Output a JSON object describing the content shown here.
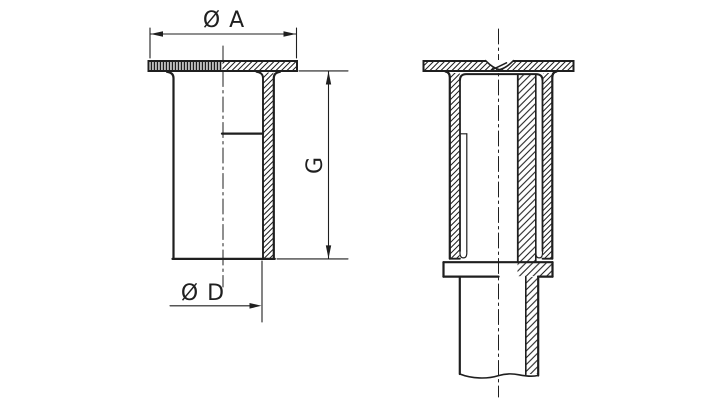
{
  "drawing": {
    "labels": {
      "dim_flange_diameter": "Ø A",
      "dim_thread_length": "G",
      "dim_body_diameter": "Ø D"
    },
    "colors": {
      "line": "#1f1f1f",
      "background": "#ffffff"
    }
  }
}
